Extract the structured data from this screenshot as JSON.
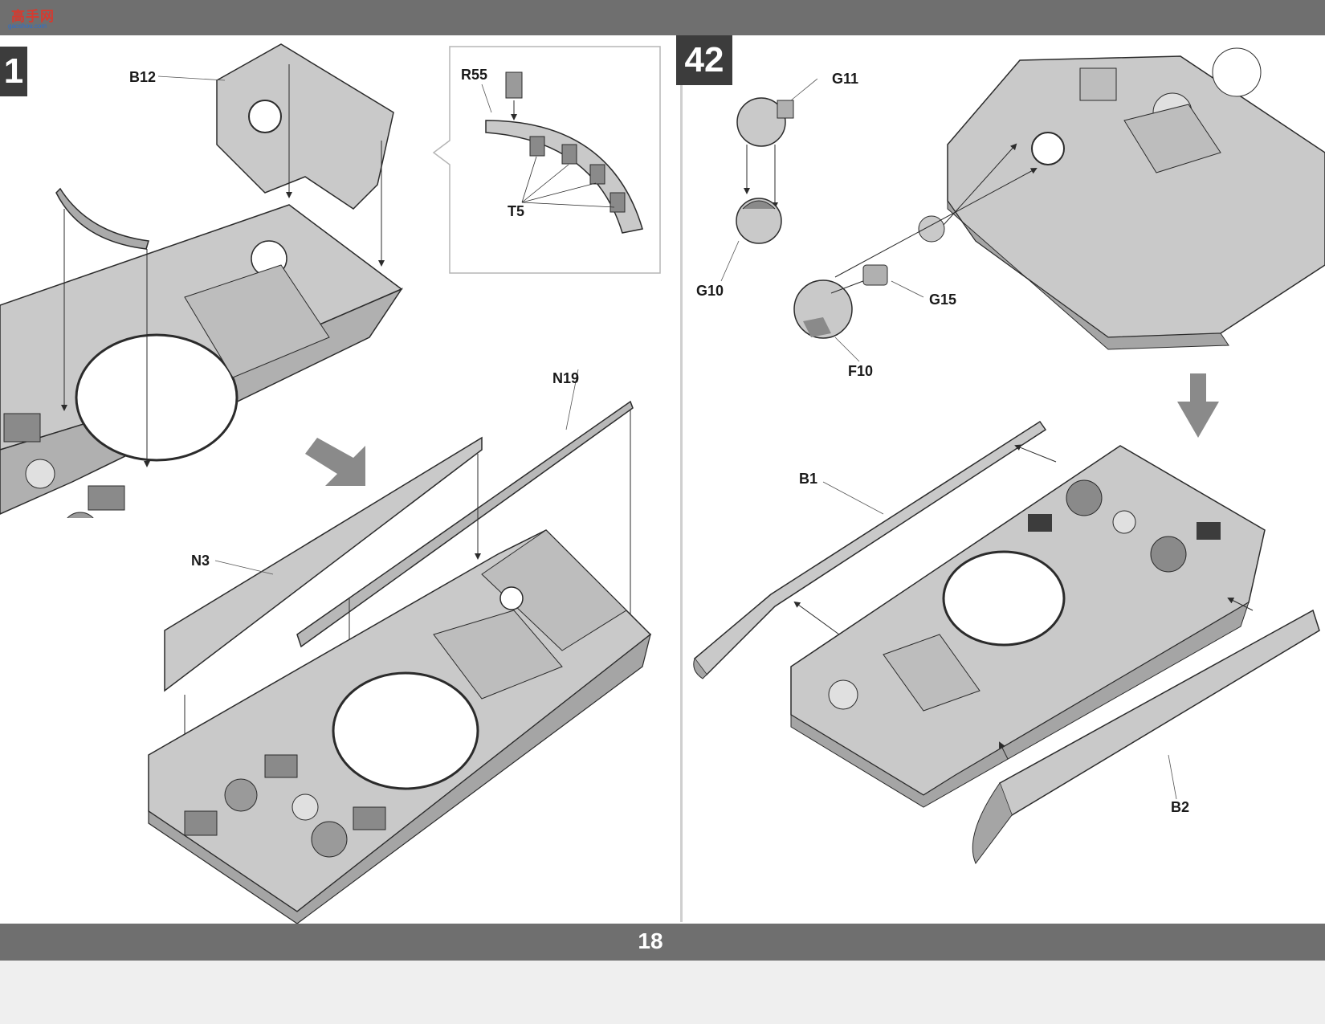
{
  "watermark": {
    "text": "高手网",
    "sub": "gaoshou.com"
  },
  "steps": {
    "left": "1",
    "right": "42"
  },
  "page_number": "18",
  "labels": {
    "b12": "B12",
    "r55": "R55",
    "t5": "T5",
    "n19": "N19",
    "n3": "N3",
    "g11": "G11",
    "g10": "G10",
    "g15": "G15",
    "f10": "F10",
    "b1": "B1",
    "b2": "B2"
  },
  "colors": {
    "part_fill": "#c9c9c9",
    "part_dark": "#9a9a9a",
    "line": "#2b2b2b",
    "bar": "#6f6f6f"
  }
}
